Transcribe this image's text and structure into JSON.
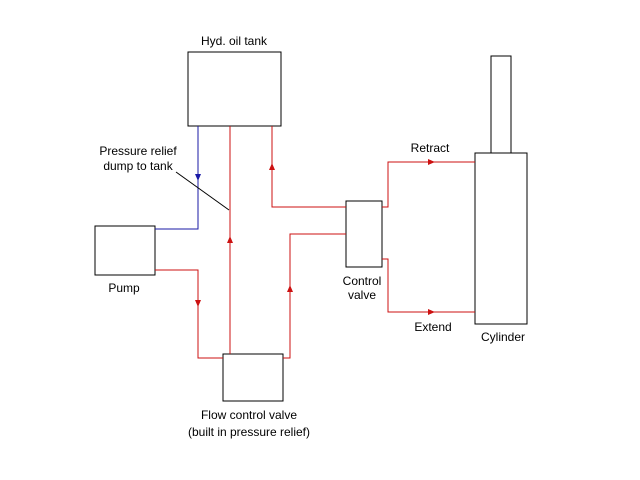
{
  "labels": {
    "tank": "Hyd. oil tank",
    "relief_line1": "Pressure relief",
    "relief_line2": "dump to tank",
    "pump": "Pump",
    "retract": "Retract",
    "extend": "Extend",
    "control_valve_line1": "Control",
    "control_valve_line2": "valve",
    "cylinder": "Cylinder",
    "flow_valve_line1": "Flow control valve",
    "flow_valve_line2": "(built in pressure relief)"
  },
  "colors": {
    "pressure_line": "#cc1111",
    "return_line": "#1a1aa6",
    "outline": "#000000"
  }
}
